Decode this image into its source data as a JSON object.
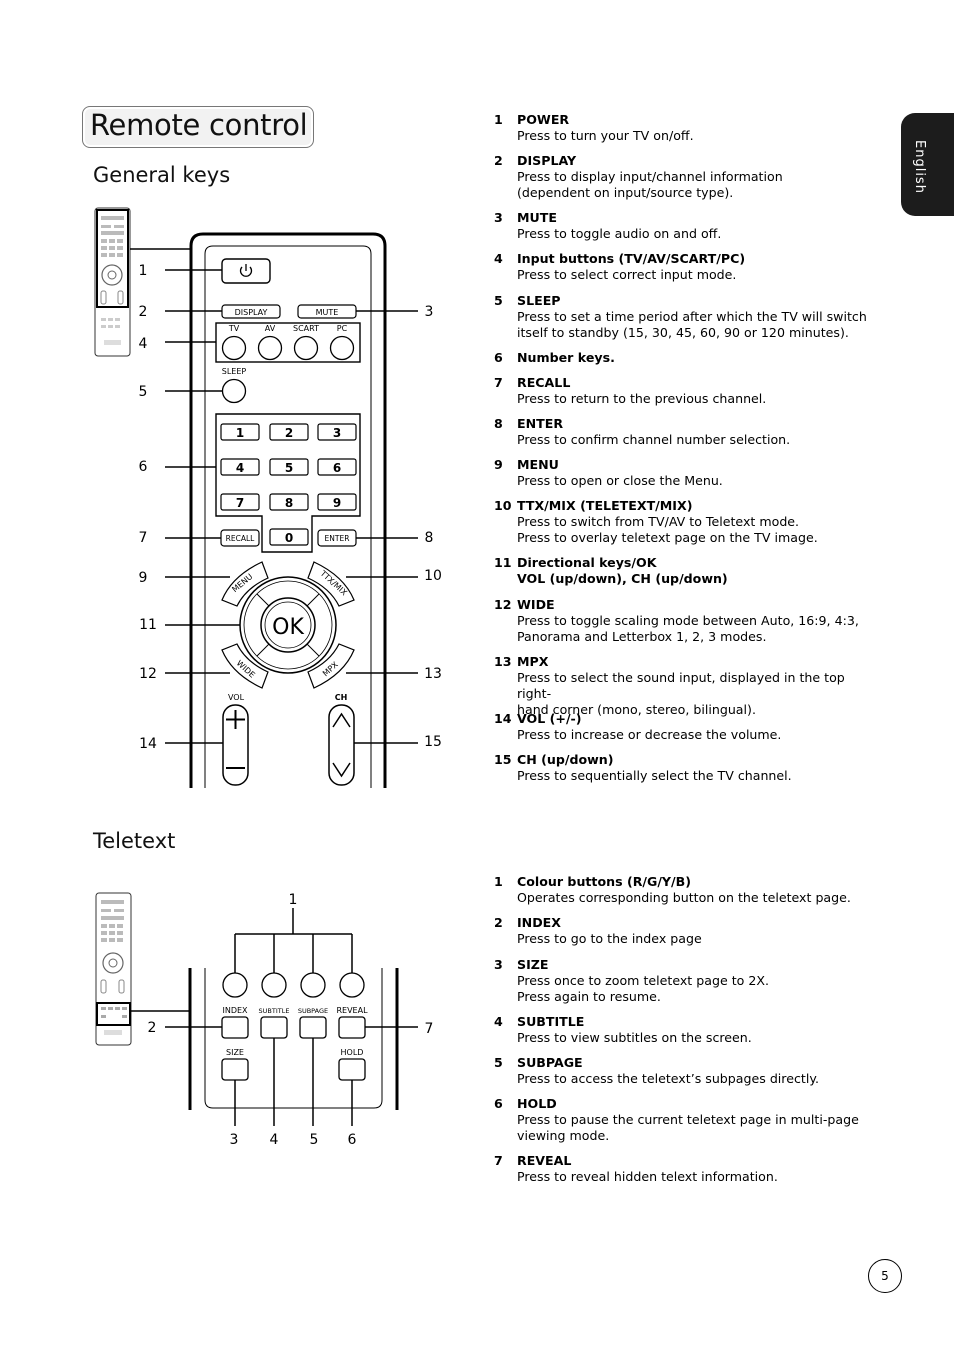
{
  "title": "Remote control",
  "lang_tab": "English",
  "page_number": "5",
  "general": {
    "heading": "General keys",
    "callouts": [
      "1",
      "2",
      "3",
      "4",
      "5",
      "6",
      "7",
      "8",
      "9",
      "10",
      "11",
      "12",
      "13",
      "14",
      "15"
    ],
    "buttons": {
      "display": "DISPLAY",
      "mute": "MUTE",
      "tv": "TV",
      "av": "AV",
      "scart": "SCART",
      "pc": "PC",
      "sleep": "SLEEP",
      "recall": "RECALL",
      "enter": "ENTER",
      "keys": [
        "1",
        "2",
        "3",
        "4",
        "5",
        "6",
        "7",
        "8",
        "9",
        "0"
      ],
      "menu": "MENU",
      "ttx": "TTX/MIX",
      "wide": "WIDE",
      "mpx": "MPX",
      "ok": "OK",
      "vol": "VOL",
      "ch": "CH"
    },
    "items": [
      {
        "num": "1",
        "head": "POWER",
        "body": "Press to turn your TV on/off."
      },
      {
        "num": "2",
        "head": "DISPLAY",
        "body": "Press to display input/channel information\n(dependent on input/source type)."
      },
      {
        "num": "3",
        "head": "MUTE",
        "body": "Press to toggle audio on and off."
      },
      {
        "num": "4",
        "head": "Input buttons (TV/AV/SCART/PC)",
        "body": "Press to select correct input mode."
      },
      {
        "num": "5",
        "head": "SLEEP",
        "body": "Press to set a time period after which the TV will switch\nitself to standby (15, 30, 45, 60, 90 or 120 minutes)."
      },
      {
        "num": "6",
        "head": "Number keys.",
        "body": ""
      },
      {
        "num": "7",
        "head": "RECALL",
        "body": "Press to return to the previous channel."
      },
      {
        "num": "8",
        "head": "ENTER",
        "body": "Press to confirm channel number selection."
      },
      {
        "num": "9",
        "head": "MENU",
        "body": "Press to open or close the Menu."
      },
      {
        "num": "10",
        "head": "TTX/MIX (TELETEXT/MIX)",
        "body": "Press to switch from TV/AV to Teletext mode.\nPress to overlay teletext page on the TV image."
      },
      {
        "num": "11",
        "head": "Directional keys/OK\nVOL (up/down), CH (up/down)",
        "body": ""
      },
      {
        "num": "12",
        "head": "WIDE",
        "body": "Press to toggle scaling mode between Auto, 16:9, 4:3,\nPanorama and Letterbox 1, 2, 3 modes."
      },
      {
        "num": "13",
        "head": "MPX",
        "body": "Press to select the sound input, displayed in the top right-\nhand corner (mono, stereo, bilingual)."
      },
      {
        "num": "14",
        "head": "VOL (+/-)",
        "body": "Press to increase or decrease the volume."
      },
      {
        "num": "15",
        "head": "CH (up/down)",
        "body": "Press to sequentially select the TV channel."
      }
    ]
  },
  "teletext": {
    "heading": "Teletext",
    "callouts": [
      "1",
      "2",
      "3",
      "4",
      "5",
      "6",
      "7"
    ],
    "buttons": {
      "index": "INDEX",
      "subtitle": "SUBTITLE",
      "subpage": "SUBPAGE",
      "reveal": "REVEAL",
      "size": "SIZE",
      "hold": "HOLD"
    },
    "items": [
      {
        "num": "1",
        "head": "Colour buttons (R/G/Y/B)",
        "body": "Operates corresponding button on the teletext page."
      },
      {
        "num": "2",
        "head": "INDEX",
        "body": "Press to go to the index page"
      },
      {
        "num": "3",
        "head": "SIZE",
        "body": "Press once to zoom teletext page to 2X.\nPress again to resume."
      },
      {
        "num": "4",
        "head": "SUBTITLE",
        "body": "Press to view subtitles on the screen."
      },
      {
        "num": "5",
        "head": "SUBPAGE",
        "body": "Press to access the teletext’s subpages directly."
      },
      {
        "num": "6",
        "head": "HOLD",
        "body": "Press to pause the current teletext page in multi-page\nviewing mode."
      },
      {
        "num": "7",
        "head": "REVEAL",
        "body": "Press to reveal hidden telext information."
      }
    ]
  }
}
